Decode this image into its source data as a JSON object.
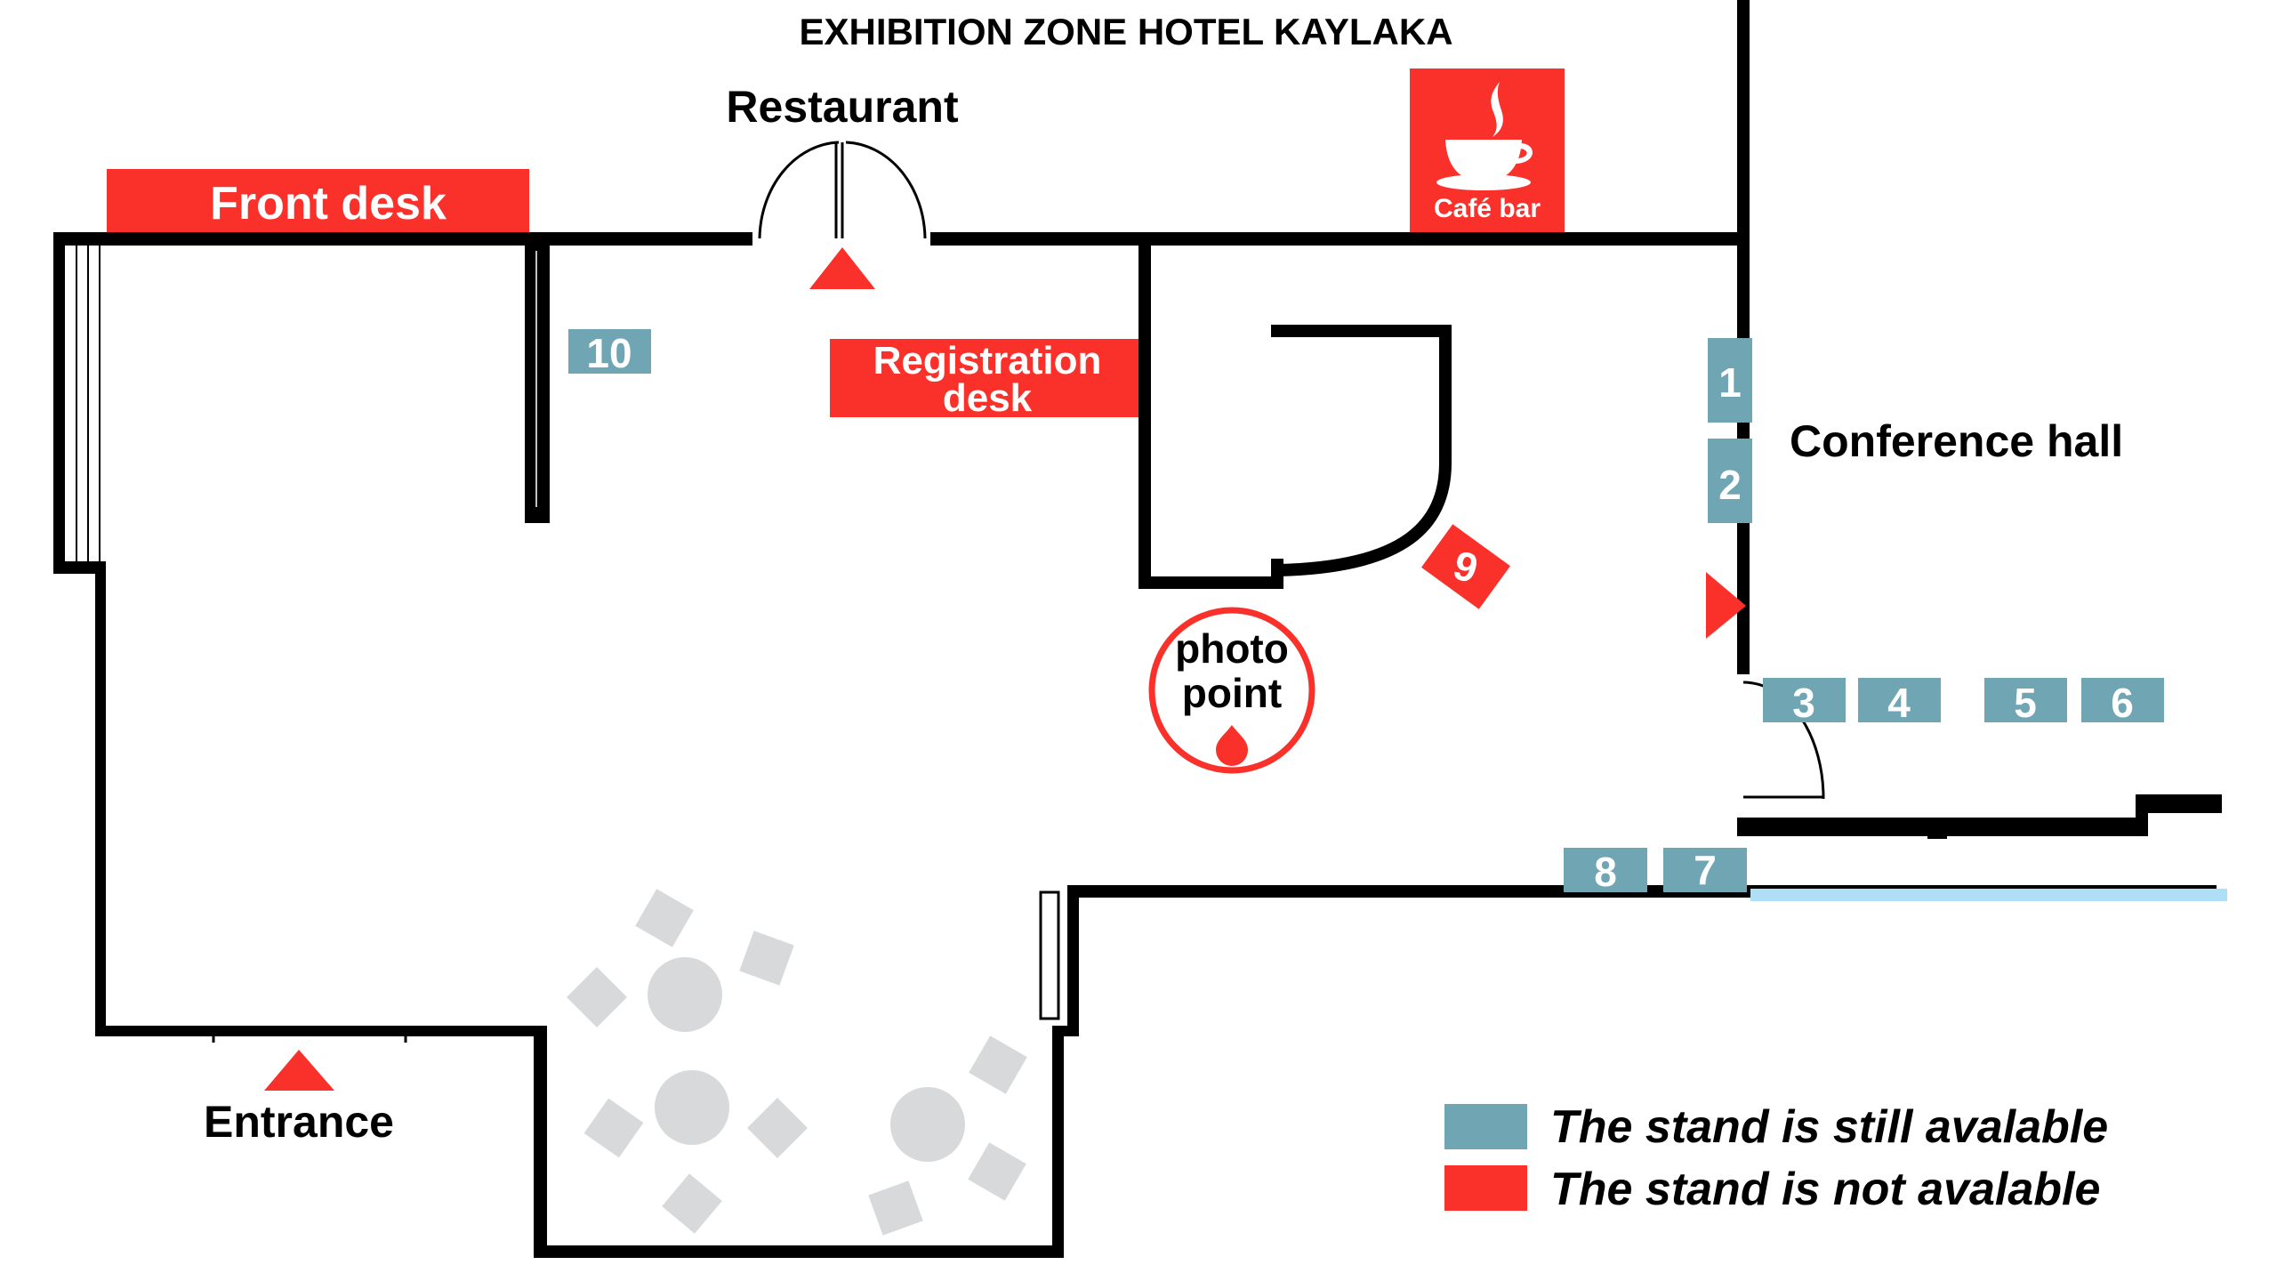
{
  "title": "EXHIBITION ZONE HOTEL KAYLAKA",
  "colors": {
    "available": "#70a6b4",
    "not_available": "#fa312a",
    "wall": "#000000",
    "furniture": "#d8d9db",
    "glass": "#aedff7"
  },
  "rooms": {
    "restaurant": "Restaurant",
    "conference_hall": "Conference hall",
    "entrance": "Entrance"
  },
  "facilities": {
    "front_desk": "Front desk",
    "registration_desk_line1": "Registration",
    "registration_desk_line2": "desk",
    "cafe_bar": "Café bar",
    "cafe_icon": "coffee-cup-icon",
    "photo_point_line1": "photo",
    "photo_point_line2": "point",
    "photo_icon": "drop-pin-icon"
  },
  "stands": [
    {
      "id": "1",
      "status": "available"
    },
    {
      "id": "2",
      "status": "available"
    },
    {
      "id": "3",
      "status": "available"
    },
    {
      "id": "4",
      "status": "available"
    },
    {
      "id": "5",
      "status": "available"
    },
    {
      "id": "6",
      "status": "available"
    },
    {
      "id": "7",
      "status": "available"
    },
    {
      "id": "8",
      "status": "available"
    },
    {
      "id": "9",
      "status": "not_available"
    },
    {
      "id": "10",
      "status": "available"
    }
  ],
  "legend": {
    "available": "The stand is still avalable",
    "not_available": "The stand is not avalable"
  }
}
